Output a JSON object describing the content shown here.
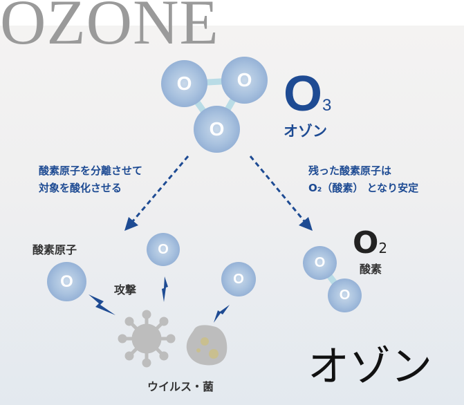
{
  "title": "OZONE",
  "ozone": {
    "formula_main": "O",
    "formula_sub": "3",
    "name": "オゾン"
  },
  "oxygen": {
    "formula_main": "O",
    "formula_sub": "2",
    "name": "酸素"
  },
  "atom_label": "O",
  "left_caption": [
    "酸素原子を分離させて",
    "対象を酸化させる"
  ],
  "right_caption": [
    "残った酸素原子は",
    "O₂（酸素） となり安定"
  ],
  "oxygen_atom_label": "酸素原子",
  "attack_label": "攻撃",
  "target_label": "ウイルス・菌",
  "big_label": "オゾン",
  "colors": {
    "accent": "#1e4b93",
    "atom": "#a9c2df",
    "germ": "#bdbdbd"
  }
}
